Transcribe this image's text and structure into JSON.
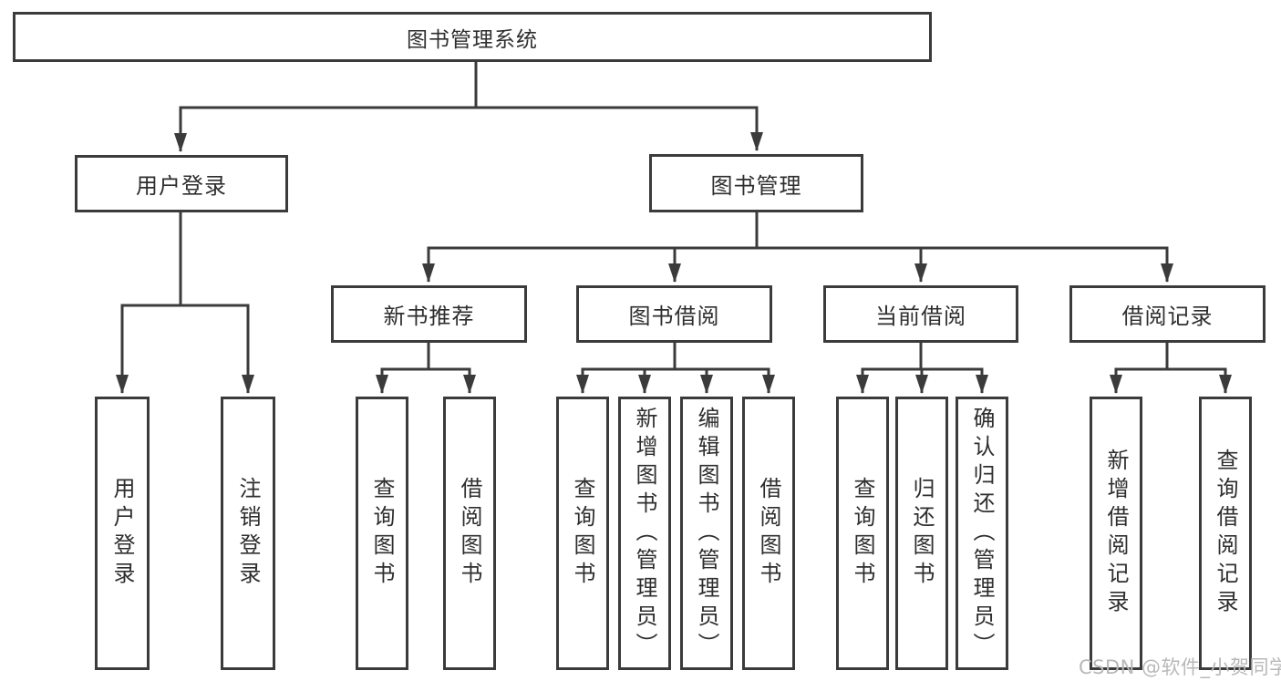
{
  "tree": {
    "root": {
      "label": "图书管理系统",
      "children": [
        {
          "label": "用户登录",
          "children": [
            {
              "label": "用户登录"
            },
            {
              "label": "注销登录"
            }
          ]
        },
        {
          "label": "图书管理",
          "children": [
            {
              "label": "新书推荐",
              "children": [
                {
                  "label": "查询图书"
                },
                {
                  "label": "借阅图书"
                }
              ]
            },
            {
              "label": "图书借阅",
              "children": [
                {
                  "label": "查询图书"
                },
                {
                  "label": "新增图书（管理员）"
                },
                {
                  "label": "编辑图书（管理员）"
                },
                {
                  "label": "借阅图书"
                }
              ]
            },
            {
              "label": "当前借阅",
              "children": [
                {
                  "label": "查询图书"
                },
                {
                  "label": "归还图书"
                },
                {
                  "label": "确认归还（管理员）"
                }
              ]
            },
            {
              "label": "借阅记录",
              "children": [
                {
                  "label": "新增借阅记录"
                },
                {
                  "label": "查询借阅记录"
                }
              ]
            }
          ]
        }
      ]
    }
  },
  "watermark": {
    "text": "CSDN @软件_小贺同学"
  },
  "colors": {
    "line": "#3b3b3b",
    "text": "#2e2e2e",
    "watermark": "#b8b8b8",
    "background": "#ffffff"
  }
}
